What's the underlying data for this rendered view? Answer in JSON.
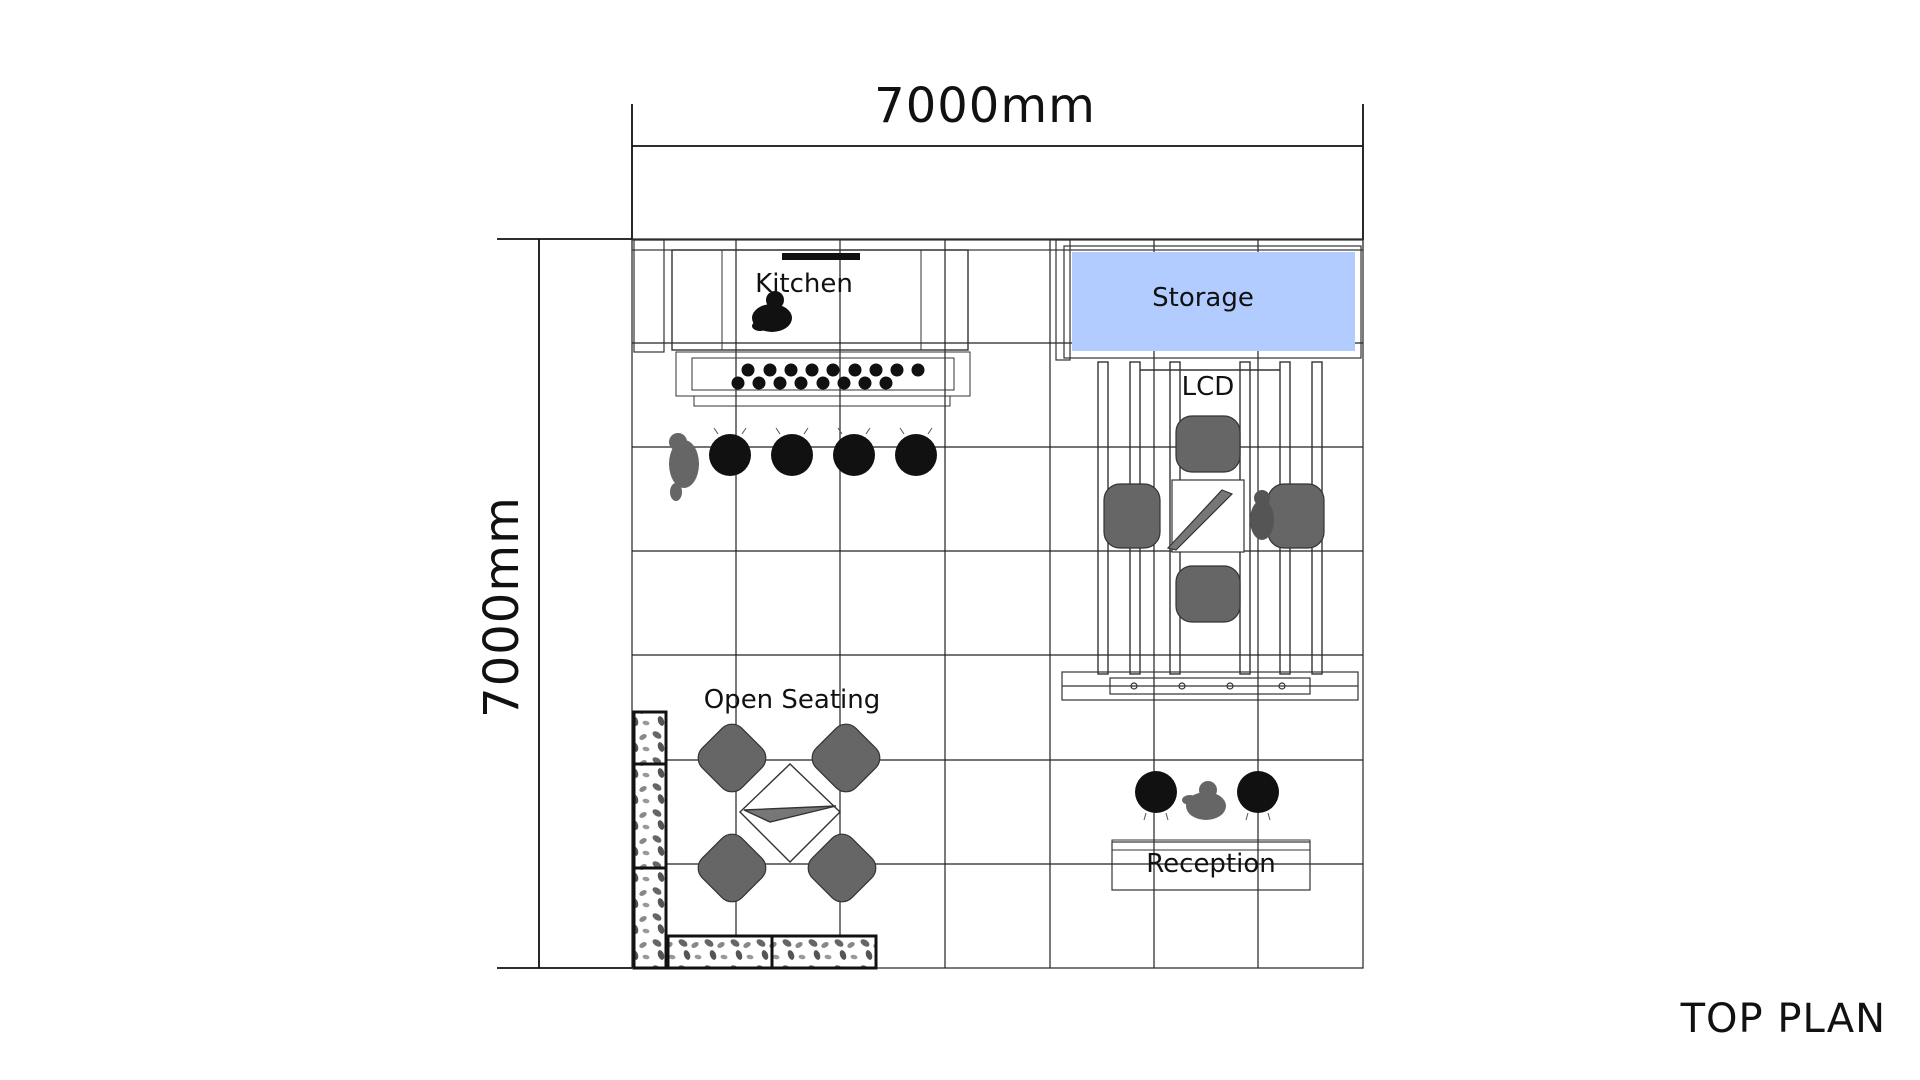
{
  "plan_title": "TOP PLAN",
  "dimensions": {
    "width_label": "7000mm",
    "height_label": "7000mm"
  },
  "rooms": {
    "kitchen": "Kitchen",
    "storage": "Storage",
    "lcd": "LCD",
    "open_seating": "Open Seating",
    "reception": "Reception"
  },
  "colors": {
    "storage_fill": "#b3ccff",
    "line": "#111111",
    "chair_dark": "#0d0d0d",
    "chair_grey": "#666666"
  }
}
